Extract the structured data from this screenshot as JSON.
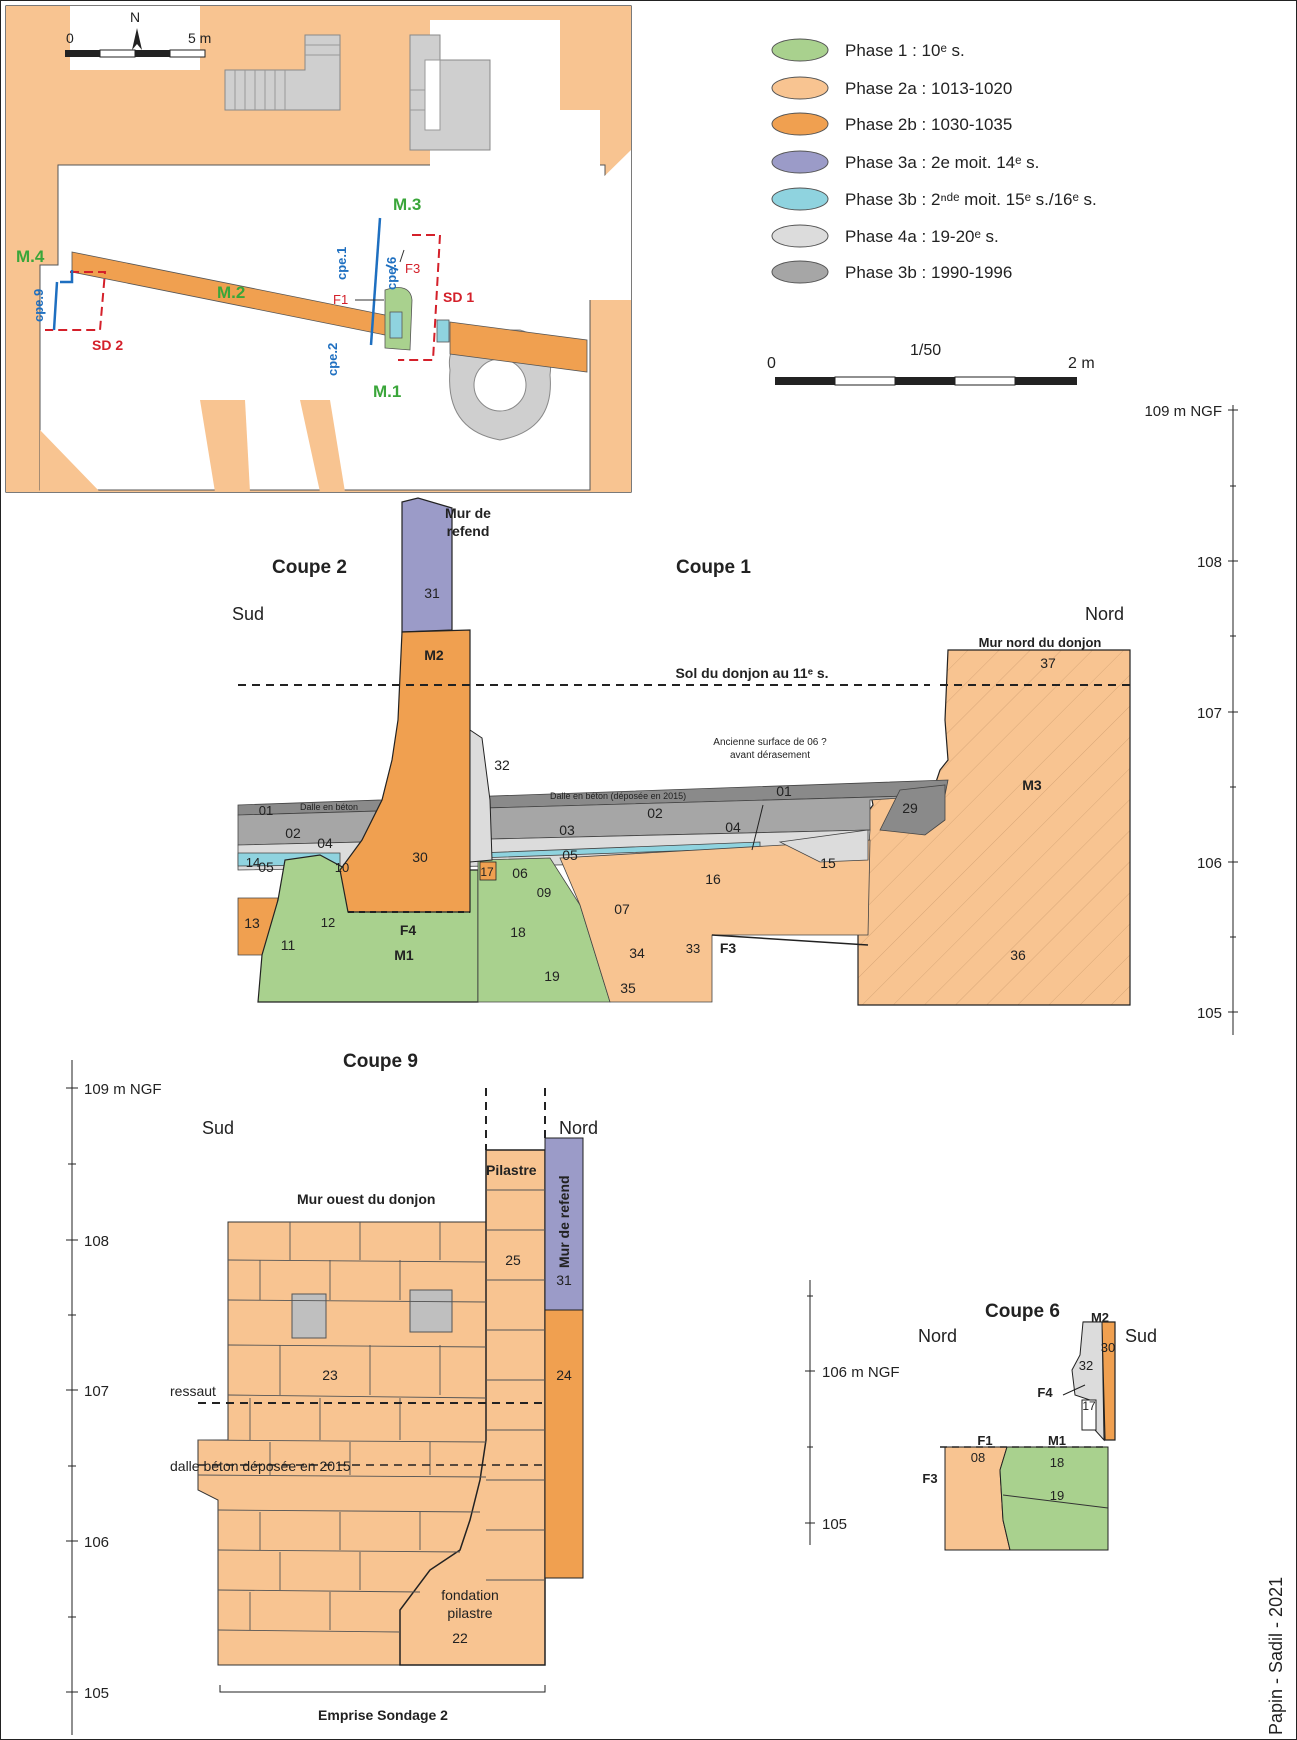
{
  "colors": {
    "phase1": "#a9d18e",
    "phase2a": "#f8c491",
    "phase2b": "#f0a050",
    "phase3a": "#9b9bc8",
    "phase3b": "#8fd3df",
    "phase4a": "#dcdcdc",
    "phase3b_1990": "#a6a6a6",
    "red": "#d4202a",
    "blue": "#1e6fc0",
    "green": "#3aa63a"
  },
  "legend": [
    {
      "color_key": "phase1",
      "label": "Phase 1 : 10ᵉ s."
    },
    {
      "color_key": "phase2a",
      "label": "Phase 2a : 1013-1020"
    },
    {
      "color_key": "phase2b",
      "label": "Phase 2b : 1030-1035"
    },
    {
      "color_key": "phase3a",
      "label": "Phase 3a : 2e moit. 14ᵉ s."
    },
    {
      "color_key": "phase3b",
      "label": "Phase 3b : 2ⁿᵈᵉ moit. 15ᵉ s./16ᵉ s."
    },
    {
      "color_key": "phase4a",
      "label": "Phase 4a : 19-20ᵉ s."
    },
    {
      "color_key": "phase3b_1990",
      "label": "Phase 3b : 1990-1996"
    }
  ],
  "plan": {
    "scale_start": "0",
    "scale_end": "5 m",
    "north": "N",
    "labels": {
      "m4": "M.4",
      "m3": "M.3",
      "m2": "M.2",
      "m1": "M.1",
      "sd1": "SD 1",
      "sd2": "SD 2",
      "f1": "F1",
      "f3": "F3",
      "cpe1": "cpe.1",
      "cpe2": "cpe.2",
      "cpe6": "cpe.6",
      "cpe9": "cpe.9"
    }
  },
  "scale_bar": {
    "start": "0",
    "ratio": "1/50",
    "end": "2 m"
  },
  "section1": {
    "title_c2": "Coupe 2",
    "title_c1": "Coupe 1",
    "sud": "Sud",
    "nord": "Nord",
    "mur_refend": [
      "Mur de",
      "refend"
    ],
    "mur_nord": "Mur nord du donjon",
    "sol": "Sol du donjon au 11ᵉ s.",
    "annotation": [
      "Ancienne surface de 06 ?",
      "avant dérasement"
    ],
    "dalle_left": "Dalle en béton",
    "dalle_right": "Dalle en béton (déposée en 2015)",
    "axis_labels": [
      "109 m NGF",
      "108",
      "107",
      "106",
      "105"
    ],
    "units": {
      "u31": "31",
      "m2": "M2",
      "u37": "37",
      "u32": "32",
      "u01a": "01",
      "u02a": "02",
      "u04a": "04",
      "u05a": "05",
      "u10": "10",
      "u30": "30",
      "u14": "14",
      "u13": "13",
      "u12": "12",
      "f4": "F4",
      "u11": "11",
      "m1": "M1",
      "u01b": "01",
      "u02b": "02",
      "u03": "03",
      "u04b": "04",
      "u05b": "05",
      "u29": "29",
      "m3": "M3",
      "u17": "17",
      "u06": "06",
      "u09": "09",
      "u16": "16",
      "u15": "15",
      "u07": "07",
      "u18": "18",
      "u34": "34",
      "u33": "33",
      "f3": "F3",
      "u19": "19",
      "u35": "35",
      "u36": "36"
    }
  },
  "section9": {
    "title": "Coupe 9",
    "sud": "Sud",
    "nord": "Nord",
    "axis_labels": [
      "109 m NGF",
      "108",
      "107",
      "106",
      "105"
    ],
    "mur_ouest": "Mur ouest du donjon",
    "pilastre": "Pilastre",
    "mur_refend": "Mur de refend",
    "ressaut": "ressaut",
    "dalle": "dalle béton déposée en 2015",
    "fondation": [
      "fondation",
      "pilastre"
    ],
    "emprise": "Emprise Sondage 2",
    "units": {
      "u25": "25",
      "u31": "31",
      "u23": "23",
      "u24": "24",
      "u22": "22"
    }
  },
  "section6": {
    "title": "Coupe 6",
    "nord": "Nord",
    "sud": "Sud",
    "axis_labels": [
      "106 m NGF",
      "105"
    ],
    "units": {
      "m2": "M2",
      "u30": "30",
      "u32": "32",
      "f4": "F4",
      "u17": "17",
      "f1": "F1",
      "m1": "M1",
      "u08": "08",
      "u18": "18",
      "f3": "F3",
      "u19": "19"
    }
  },
  "credit": "Papin - Sadil - 2021"
}
